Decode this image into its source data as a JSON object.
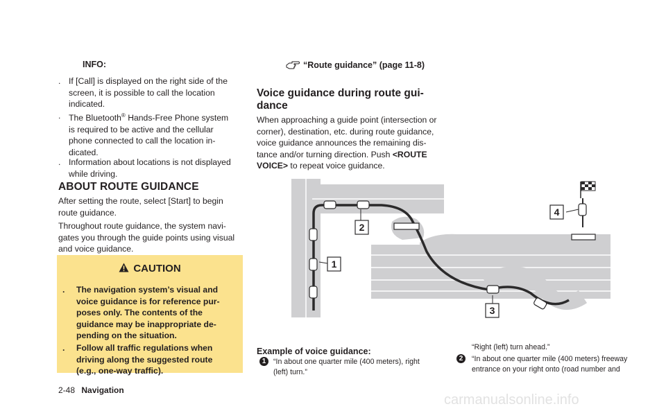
{
  "left": {
    "info_heading": "INFO:",
    "bullets": [
      [
        "If [Call] is displayed on the right side of the",
        "screen, it is possible to call the location",
        "indicated."
      ],
      [
        "The Bluetooth",
        "Hands-Free Phone system",
        "is required to be active and the cellular",
        "phone connected to call the location in-",
        "dicated."
      ],
      [
        "Information about locations is not displayed",
        "while driving."
      ]
    ],
    "registered_mark": "®",
    "bullet_symbol": ".",
    "section_heading": "ABOUT ROUTE GUIDANCE",
    "para1": [
      "After setting the route, select [Start] to begin",
      "route guidance."
    ],
    "para2": [
      "Throughout route guidance, the system navi-",
      "gates you through the guide points using visual",
      "and voice guidance."
    ],
    "caution": {
      "title": "CAUTION",
      "bullets": [
        [
          "The navigation system’s visual and",
          "voice guidance is for reference pur-",
          "poses only. The contents of the",
          "guidance may be inappropriate de-",
          "pending on the situation."
        ],
        [
          "Follow all traffic regulations when",
          "driving along the suggested route",
          "(e.g., one-way traffic)."
        ]
      ]
    }
  },
  "right": {
    "ref_link": "“Route guidance” (page 11-8)",
    "heading": [
      "Voice guidance during route gui-",
      "dance"
    ],
    "para": [
      "When approaching a guide point (intersection or",
      "corner), destination, etc. during route guidance,",
      "voice guidance announces the remaining dis-",
      "tance and/or turning direction. Push "
    ],
    "para_bold": "<ROUTE",
    "para_tail_bold": "VOICE>",
    "para_tail": " to repeat voice guidance.",
    "figure_labels": [
      "1",
      "2",
      "3",
      "4"
    ],
    "example_heading": "Example of voice guidance:",
    "examples": [
      {
        "num": "1",
        "lines": [
          "“In about one quarter mile (400 meters), right",
          "(left) turn.”"
        ]
      },
      {
        "num": "",
        "lines": [
          "“Right (left) turn ahead.”"
        ]
      },
      {
        "num": "2",
        "lines": [
          "“In about one quarter mile (400 meters) freeway",
          "entrance on your right onto (road number and"
        ]
      }
    ]
  },
  "footer": {
    "page_number": "2-48",
    "section": "Navigation"
  },
  "watermark": "carmanualsonline.info",
  "colors": {
    "caution_bg": "#fbe28e",
    "road": "#cfcfd1",
    "route": "#2b2a2b"
  }
}
